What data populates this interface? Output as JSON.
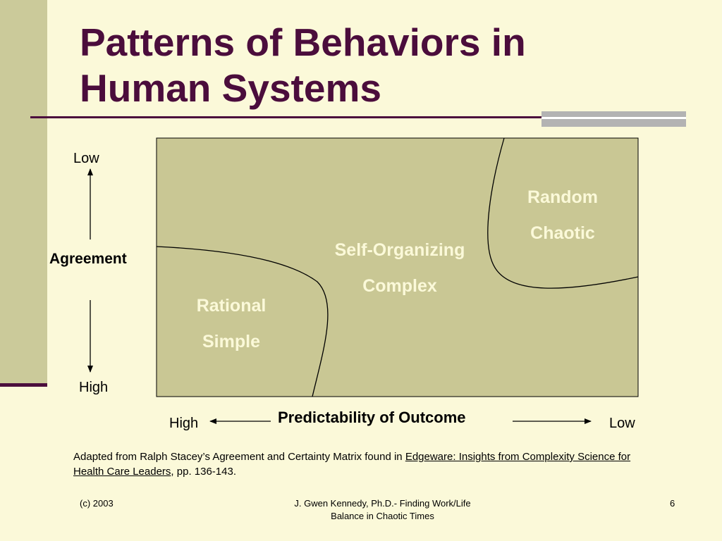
{
  "title": {
    "line1": "Patterns of Behaviors in",
    "line2": "Human Systems"
  },
  "diagram": {
    "regions": {
      "rational": {
        "line1": "Rational",
        "line2": "Simple"
      },
      "self_organizing": {
        "line1": "Self-Organizing",
        "line2": "Complex"
      },
      "random": {
        "line1": "Random",
        "line2": "Chaotic"
      }
    },
    "vertical_axis": {
      "top": "Low",
      "label": "Agreement",
      "bottom": "High"
    },
    "horizontal_axis": {
      "left": "High",
      "label": "Predictability of Outcome",
      "right": "Low"
    },
    "colors": {
      "matrix_fill": "#c9c794",
      "region_text": "#fbf9d9",
      "title": "#4b0d3c"
    }
  },
  "source": {
    "prefix": "Adapted from  Ralph Stacey’s Agreement and Certainty Matrix found in ",
    "book": "Edgeware: Insights from Complexity Science for Health Care Leaders",
    "suffix": ", pp. 136-143."
  },
  "footer": {
    "left": "(c) 2003",
    "center_line1": "J. Gwen Kennedy, Ph.D.- Finding Work/Life",
    "center_line2": "Balance in Chaotic Times",
    "page": "6"
  }
}
